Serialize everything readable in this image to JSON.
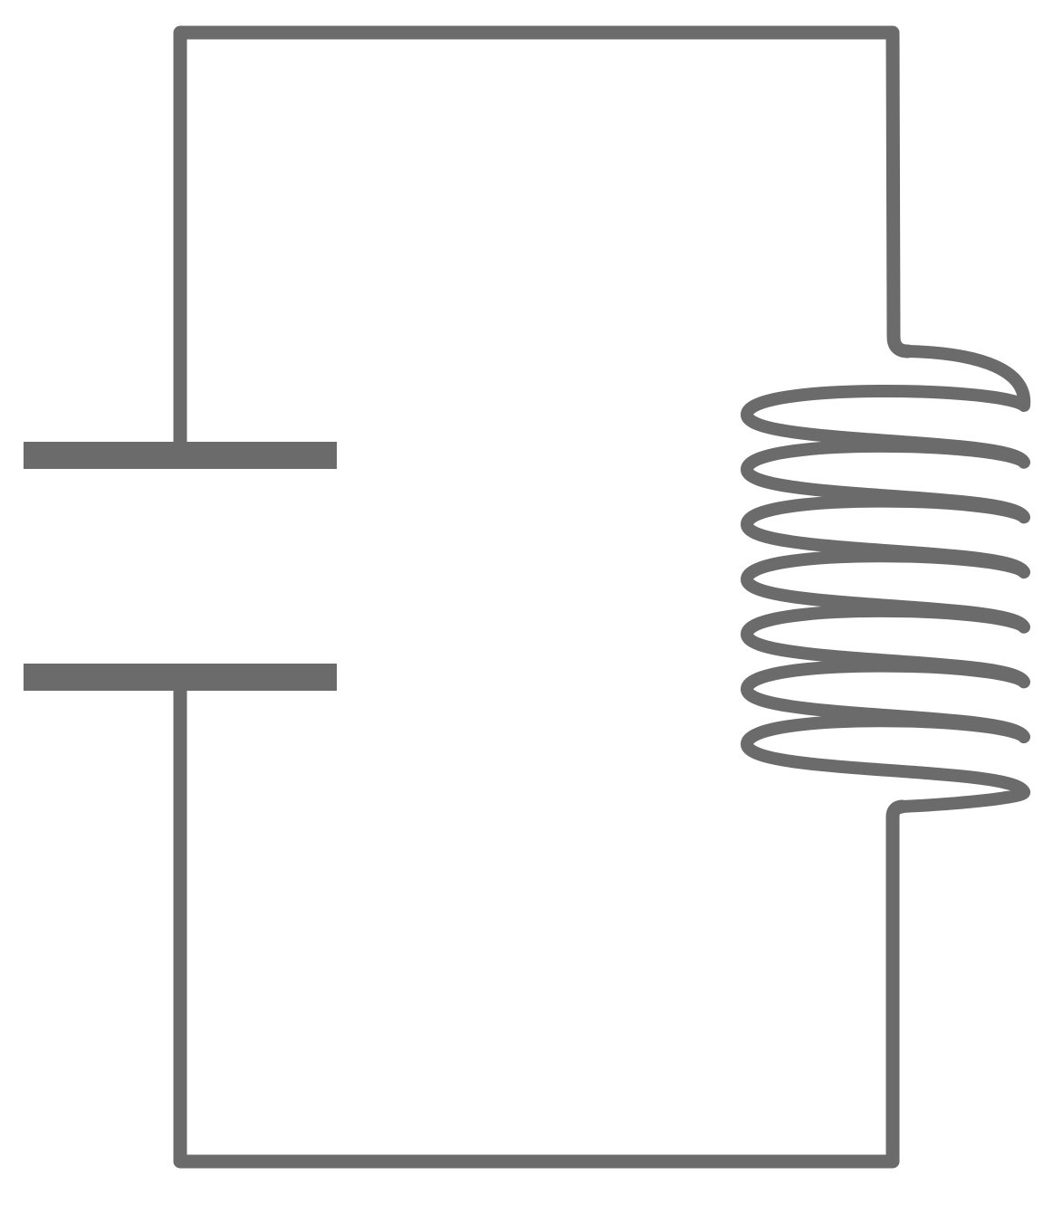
{
  "diagram": {
    "type": "LC circuit",
    "components": [
      {
        "kind": "capacitor",
        "icon": "capacitor-icon"
      },
      {
        "kind": "inductor",
        "icon": "inductor-coil-icon",
        "turns": 7
      }
    ],
    "colors": {
      "line": "#6b6b6b",
      "background": "#ffffff"
    }
  }
}
